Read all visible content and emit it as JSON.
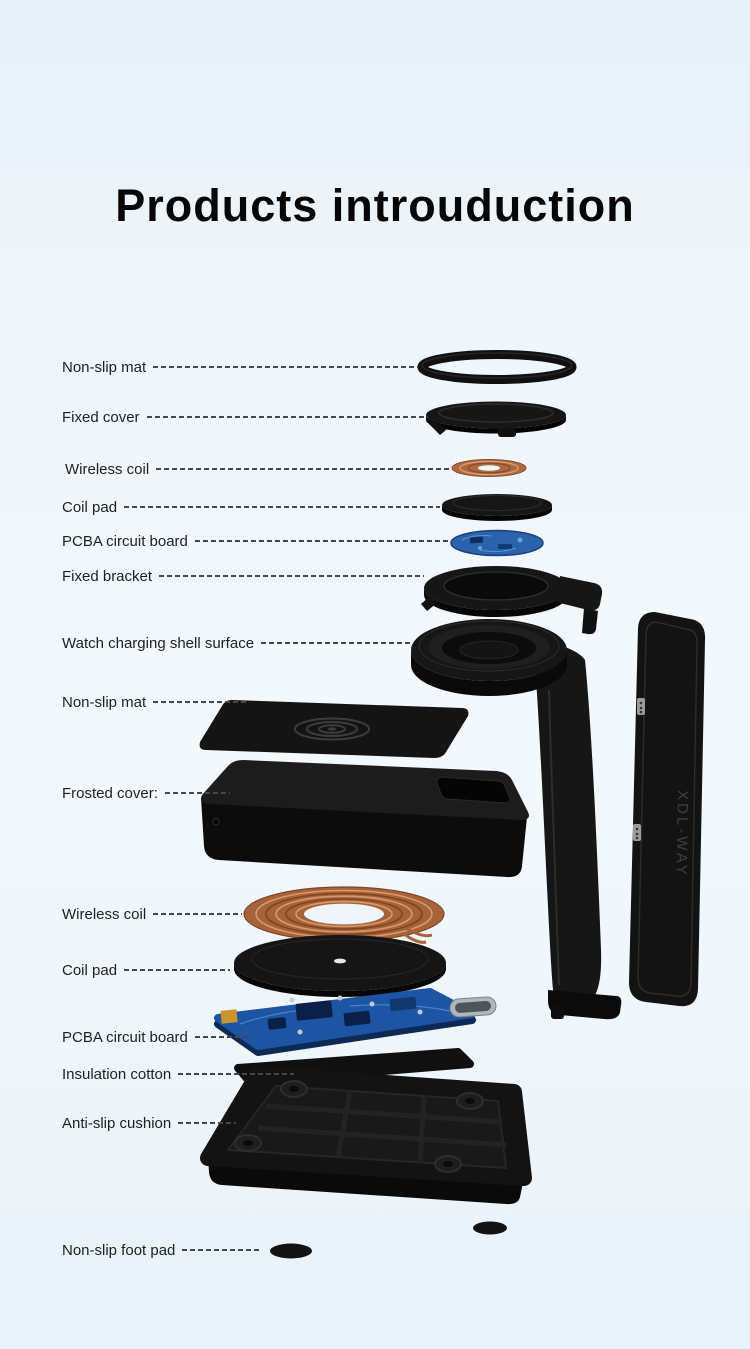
{
  "page": {
    "title": "Products introuduction"
  },
  "diagram": {
    "panel_text": "XDL-WAY",
    "colors": {
      "background": "#eef5fb",
      "component_black": "#141414",
      "coil_copper": "#a86239",
      "pcb_blue": "#1d54a4",
      "label_text": "#1f1f1f",
      "leader_line": "#474747"
    },
    "labels": [
      {
        "text": "Non-slip mat",
        "target": "watch-non-slip-mat-ring"
      },
      {
        "text": "Fixed cover",
        "target": "watch-fixed-cover"
      },
      {
        "text": "Wireless coil",
        "target": "watch-wireless-coil"
      },
      {
        "text": "Coil pad",
        "target": "watch-coil-pad"
      },
      {
        "text": "PCBA circuit board",
        "target": "watch-pcba-circuit-board"
      },
      {
        "text": "Fixed bracket",
        "target": "watch-fixed-bracket"
      },
      {
        "text": "Watch charging shell surface",
        "target": "watch-charging-shell-surface"
      },
      {
        "text": "Non-slip mat",
        "target": "phone-non-slip-mat"
      },
      {
        "text": "Frosted cover:",
        "target": "frosted-cover"
      },
      {
        "text": "Wireless coil",
        "target": "phone-wireless-coil"
      },
      {
        "text": "Coil pad",
        "target": "phone-coil-pad"
      },
      {
        "text": "PCBA circuit board",
        "target": "phone-pcba-circuit-board"
      },
      {
        "text": "Insulation cotton",
        "target": "insulation-cotton"
      },
      {
        "text": "Anti-slip cushion",
        "target": "anti-slip-cushion"
      },
      {
        "text": "Non-slip foot pad",
        "target": "non-slip-foot-pad"
      }
    ]
  }
}
